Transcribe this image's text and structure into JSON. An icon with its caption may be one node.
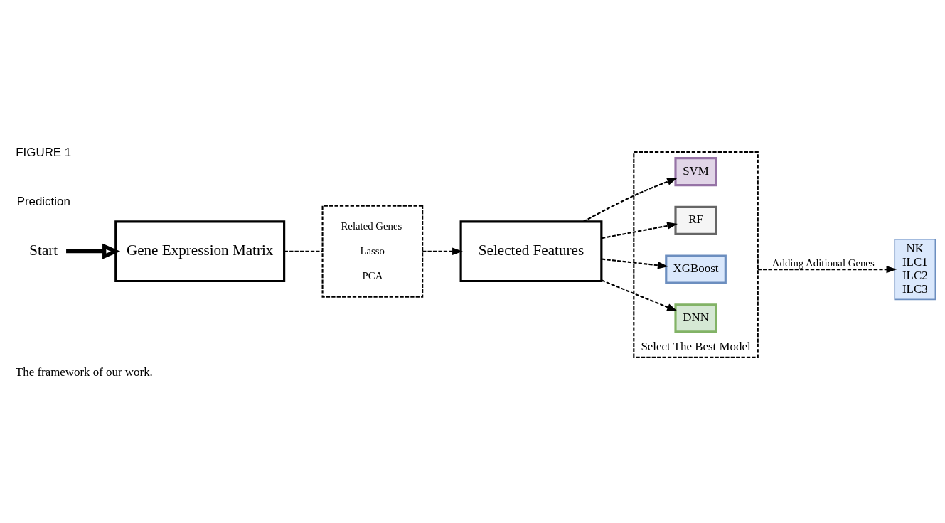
{
  "diagram": {
    "caption": "The framework of our work.",
    "nodes": [
      {
        "text": [
          "Start"
        ]
      },
      {
        "text": [
          "Gene Expression Matrix"
        ]
      },
      {
        "text": [
          "Related Genes",
          "Lasso",
          "PCA"
        ]
      },
      {
        "text": [
          "Selected Features"
        ]
      },
      {
        "text": [
          "Select The Best Model"
        ]
      },
      {
        "text": [
          "SVM"
        ],
        "in": 4
      },
      {
        "text": [
          "RF"
        ],
        "in": 4
      },
      {
        "text": [
          "XGBoost"
        ],
        "in": 4
      },
      {
        "text": [
          "DNN"
        ],
        "in": 4
      },
      {
        "text": [
          "NK",
          "ILC1",
          "ILC2",
          "ILC3"
        ]
      }
    ],
    "edges": [
      {
        "from": 0,
        "to": 1,
        "arrow": "to",
        "style": "thick"
      },
      {
        "from": 1,
        "to": 2,
        "arrow": "none",
        "style": "dashed"
      },
      {
        "from": 2,
        "to": 3,
        "arrow": "to",
        "style": "dashed"
      },
      {
        "from": 3,
        "to": 5,
        "arrow": "to",
        "style": "dashed"
      },
      {
        "from": 3,
        "to": 6,
        "arrow": "to",
        "style": "dashed"
      },
      {
        "from": 3,
        "to": 7,
        "arrow": "to",
        "style": "dashed"
      },
      {
        "from": 3,
        "to": 8,
        "arrow": "to",
        "style": "dashed"
      },
      {
        "from": 4,
        "to": 9,
        "label": "Adding Aditional Genes",
        "arrow": "to",
        "style": "dashed"
      }
    ],
    "labels": [
      "Prediction",
      "FIGURE 1"
    ]
  }
}
